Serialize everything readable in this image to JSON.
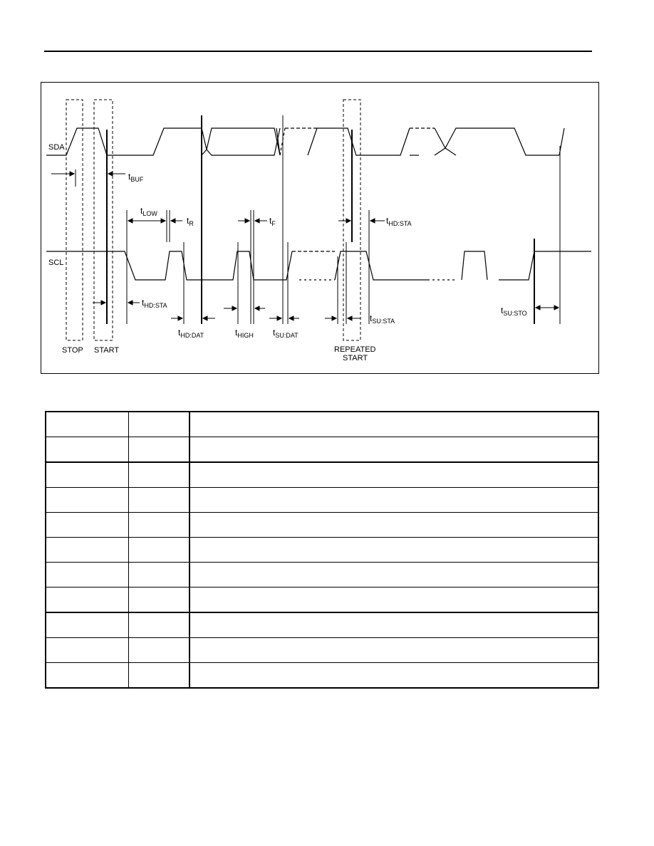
{
  "diagram": {
    "signals": {
      "sda": "SDA",
      "scl": "SCL"
    },
    "conditions": {
      "stop": "STOP",
      "start": "START",
      "repeated_1": "REPEATED",
      "repeated_2": "START"
    },
    "timing_labels": [
      {
        "id": "buf",
        "main": "t",
        "sub": "BUF"
      },
      {
        "id": "low",
        "main": "t",
        "sub": "LOW"
      },
      {
        "id": "r",
        "main": "t",
        "sub": "R"
      },
      {
        "id": "f",
        "main": "t",
        "sub": "F"
      },
      {
        "id": "hdsta-top",
        "main": "t",
        "sub": "HD:STA"
      },
      {
        "id": "hdsta-bottom",
        "main": "t",
        "sub": "HD:STA"
      },
      {
        "id": "hddat",
        "main": "t",
        "sub": "HD:DAT"
      },
      {
        "id": "high",
        "main": "t",
        "sub": "HIGH"
      },
      {
        "id": "sudat",
        "main": "t",
        "sub": "SU:DAT"
      },
      {
        "id": "susta",
        "main": "t",
        "sub": "SU:STA"
      },
      {
        "id": "susto",
        "main": "t",
        "sub": "SU:STO"
      }
    ]
  },
  "table": {
    "rows": [
      [
        "",
        "",
        ""
      ],
      [
        "",
        "",
        ""
      ],
      [
        "",
        "",
        ""
      ],
      [
        "",
        "",
        ""
      ],
      [
        "",
        "",
        ""
      ],
      [
        "",
        "",
        ""
      ],
      [
        "",
        "",
        ""
      ],
      [
        "",
        "",
        ""
      ],
      [
        "",
        "",
        ""
      ],
      [
        "",
        "",
        ""
      ],
      [
        "",
        "",
        ""
      ]
    ]
  }
}
